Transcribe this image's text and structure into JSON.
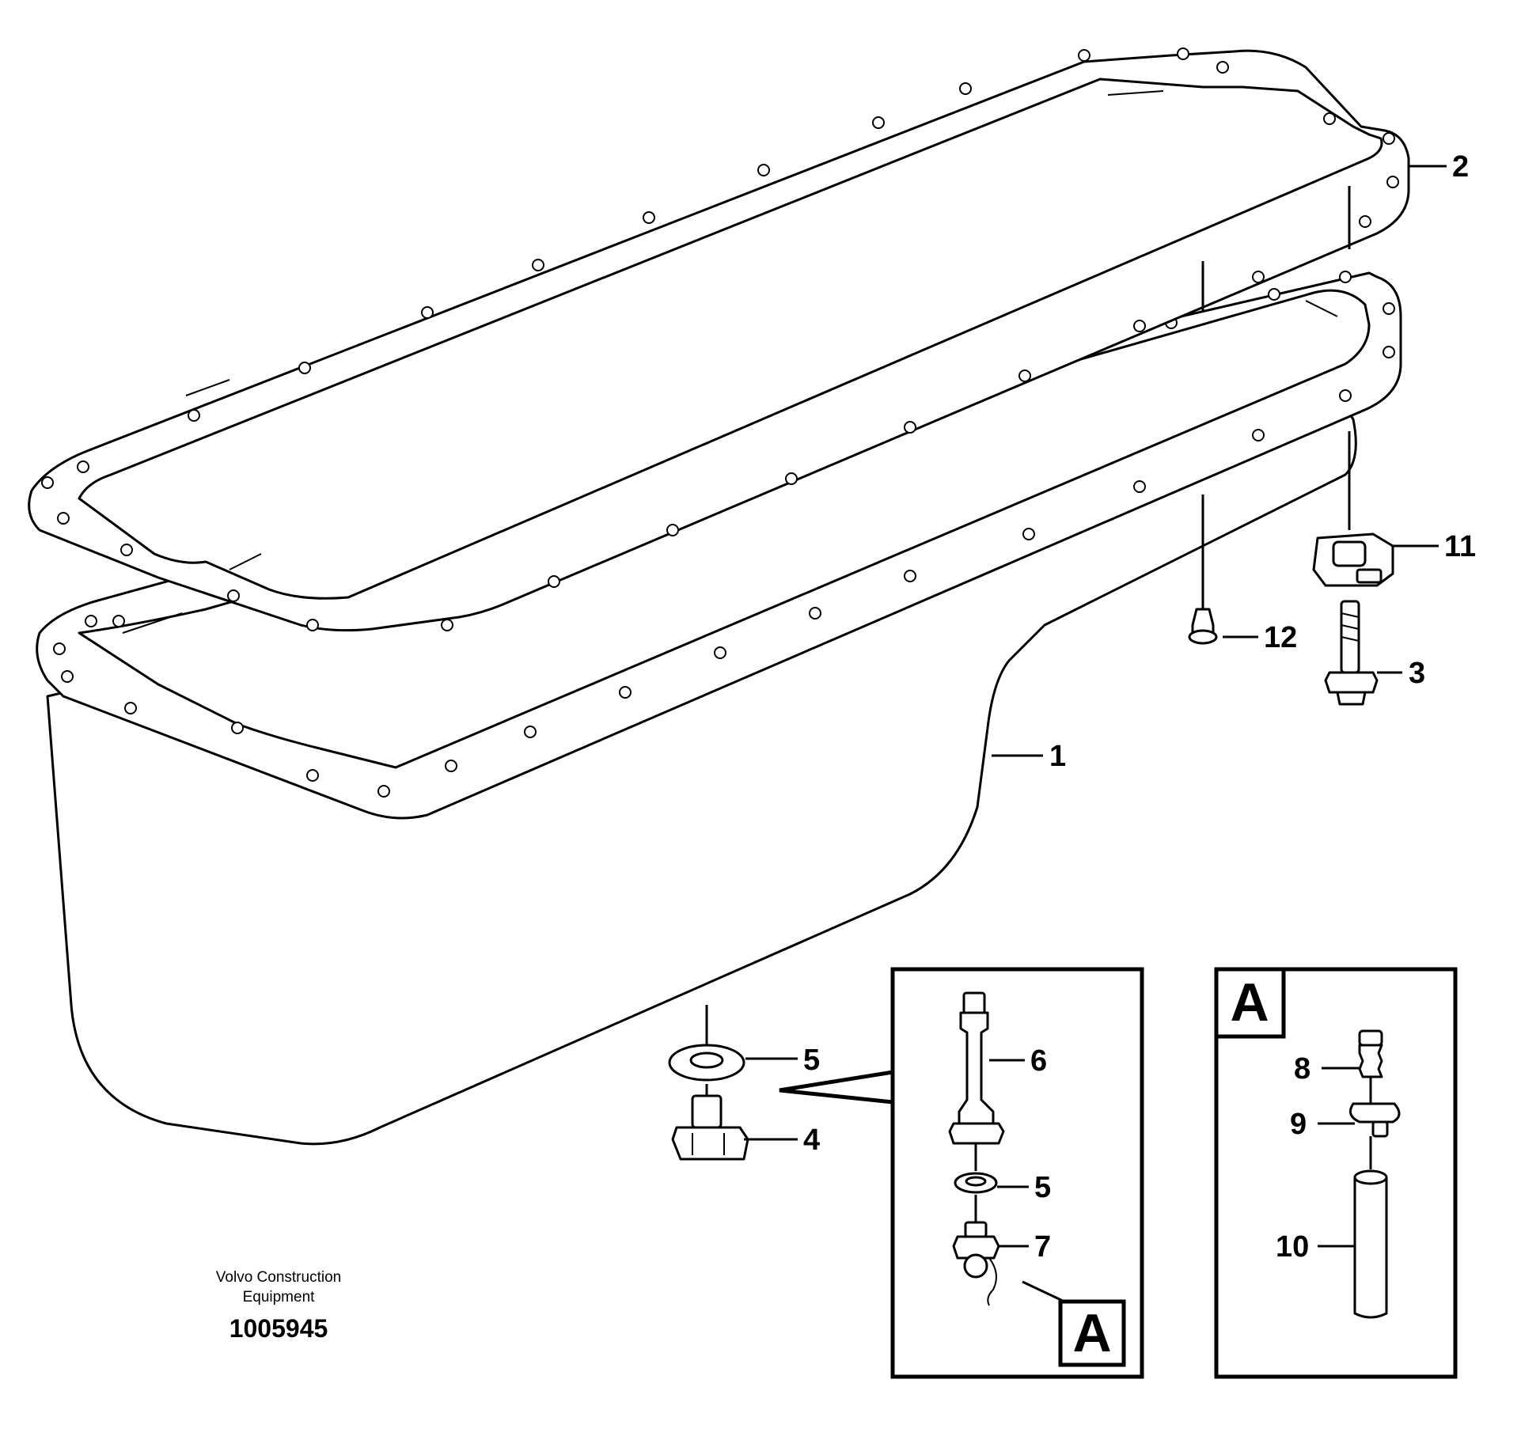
{
  "parts": {
    "p1": "1",
    "p2": "2",
    "p3": "3",
    "p4": "4",
    "p5": "5",
    "p6": "6",
    "p5b": "5",
    "p7": "7",
    "p8": "8",
    "p9": "9",
    "p10": "10",
    "p11": "11",
    "p12": "12"
  },
  "detail": {
    "ref_label": "A",
    "box_label": "A"
  },
  "caption": {
    "line1": "Volvo Construction",
    "line2": "Equipment",
    "doc_number": "1005945"
  }
}
